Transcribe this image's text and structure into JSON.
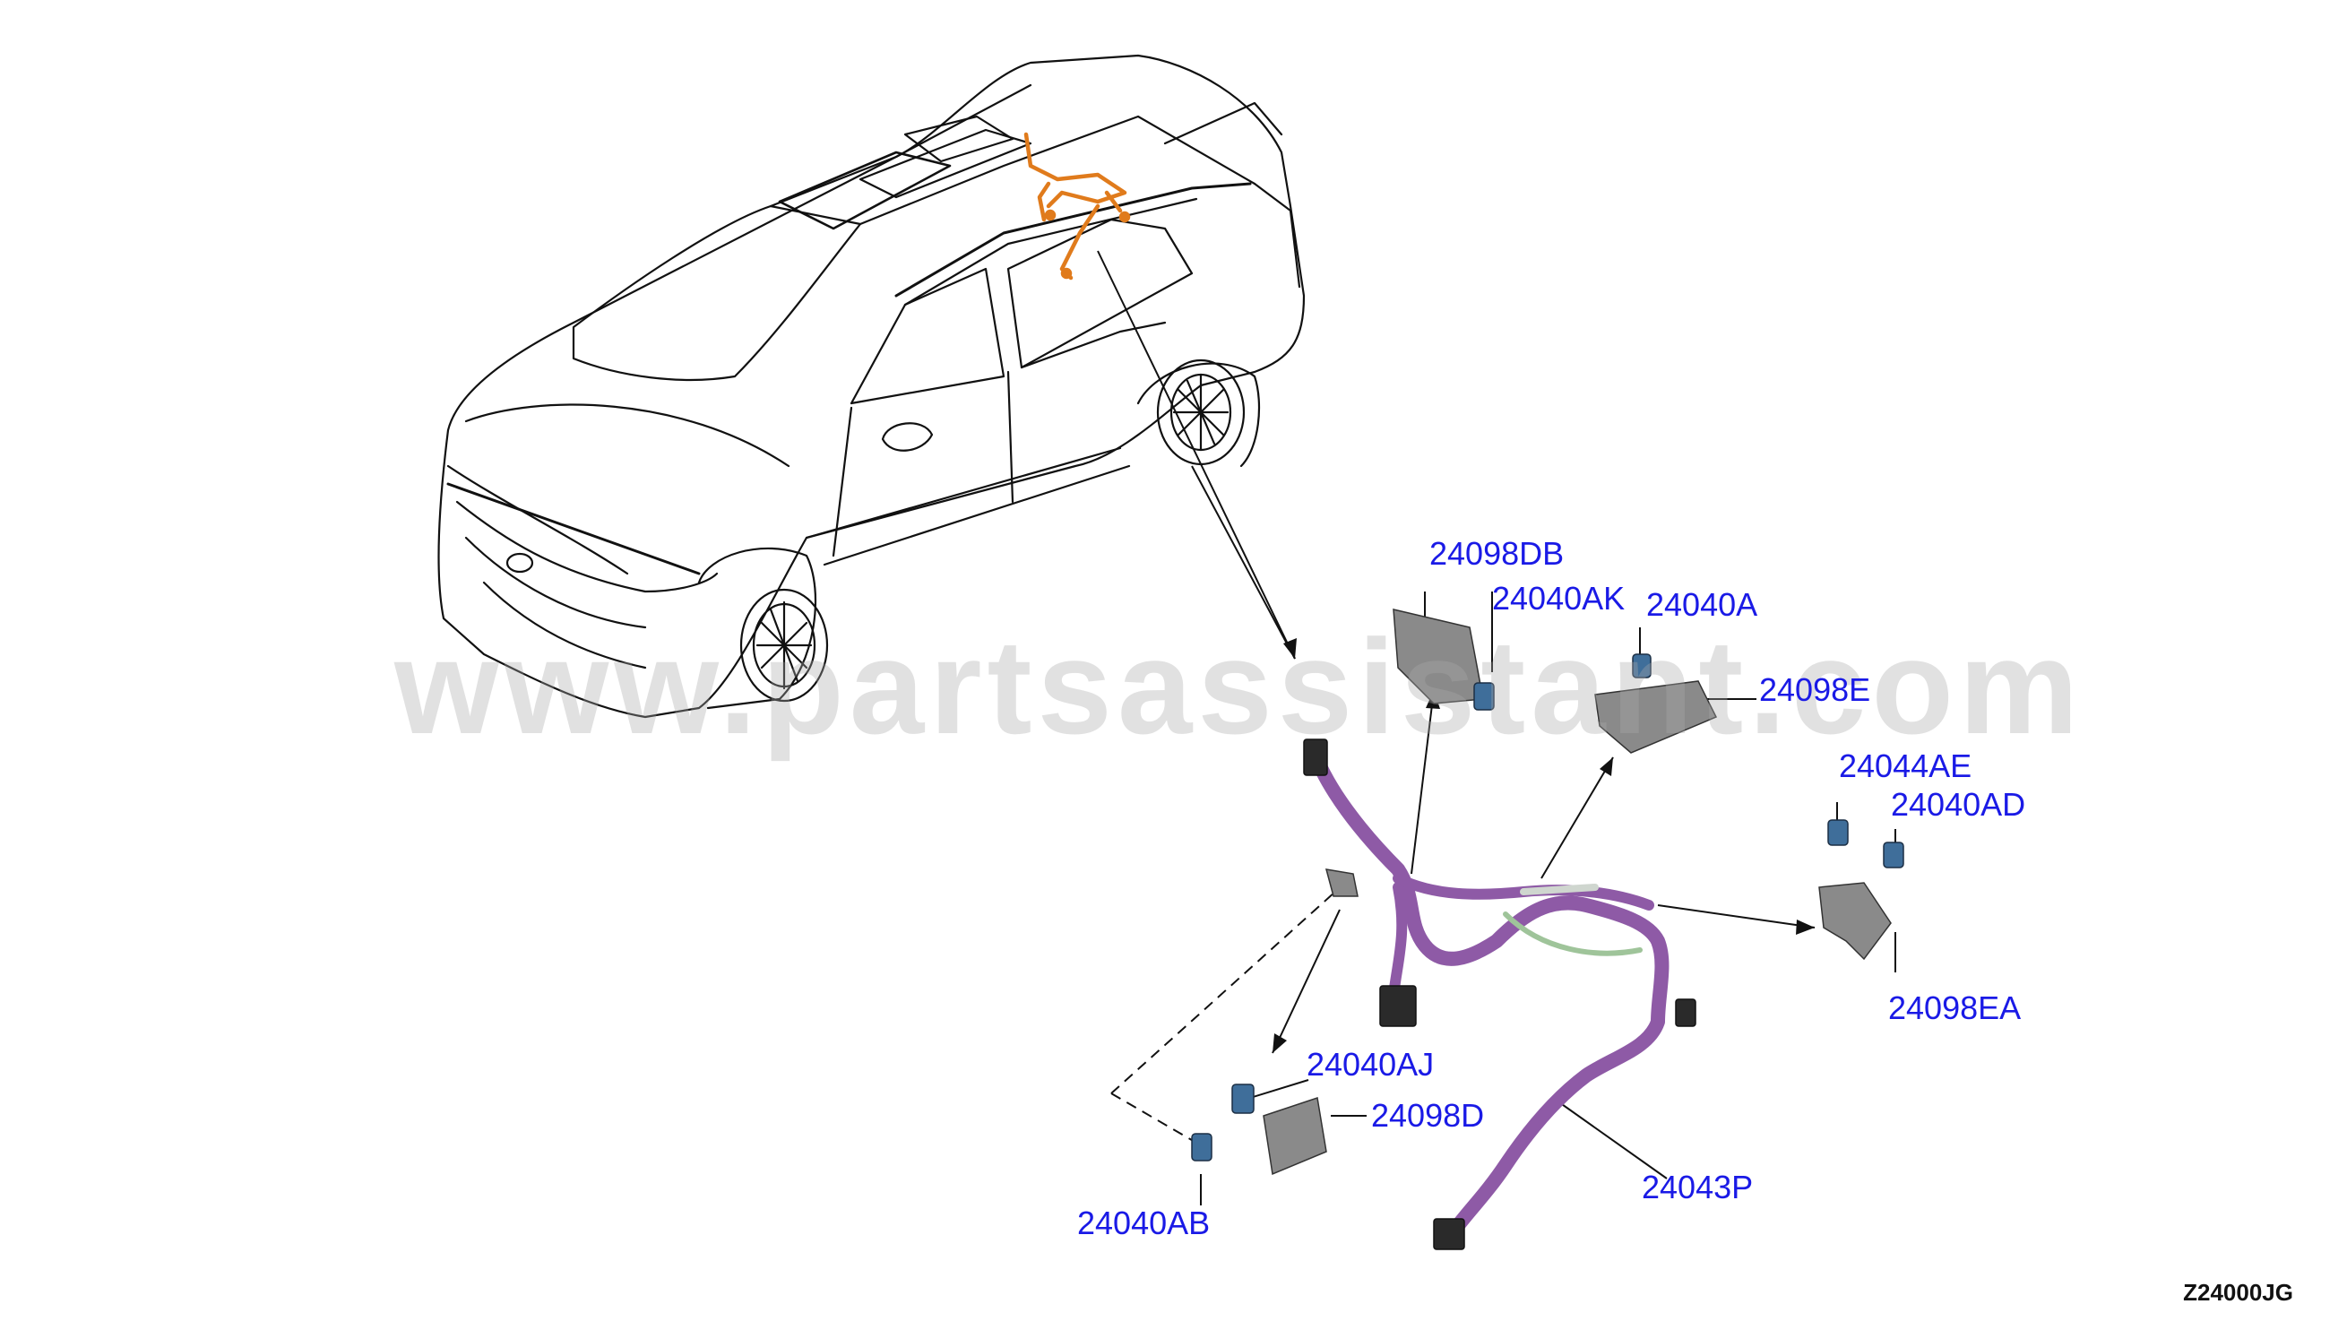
{
  "watermark": "www.partsassistant.com",
  "diagram_code": "Z24000JG",
  "callouts": {
    "c_24098DB": "24098DB",
    "c_24040AK": "24040AK",
    "c_24040A": "24040A",
    "c_24098E": "24098E",
    "c_24044AE": "24044AE",
    "c_24040AD": "24040AD",
    "c_24098EA": "24098EA",
    "c_24040AJ": "24040AJ",
    "c_24098D": "24098D",
    "c_24043P": "24043P",
    "c_24040AB": "24040AB"
  },
  "colors": {
    "harness": "#8e5aa6",
    "roof_harness": "#e07b1c",
    "callout_text": "#1a1ae6",
    "bracket": "#8a8a8a",
    "bolt": "#3f6e9a"
  }
}
